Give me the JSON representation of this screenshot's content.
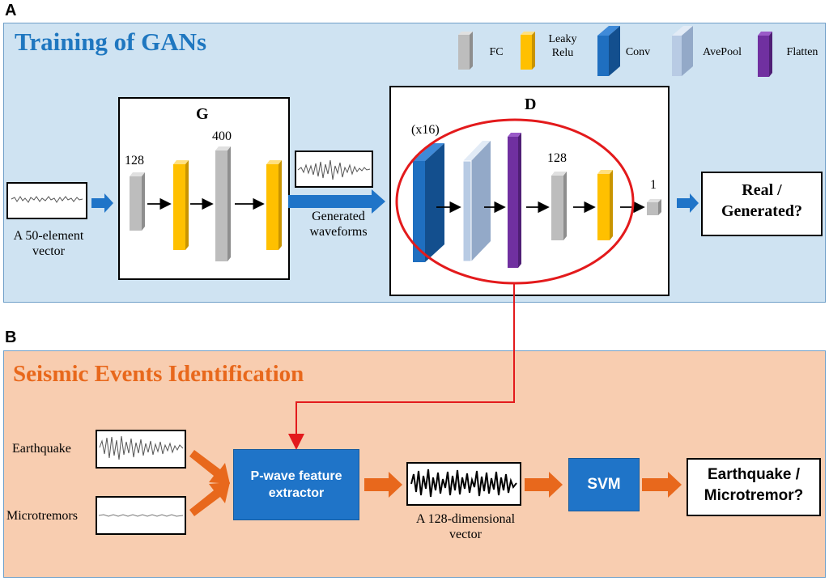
{
  "panel_a": {
    "letter": "A",
    "title": "Training of GANs",
    "legend": [
      {
        "label": "FC",
        "color": "#bdbdbd"
      },
      {
        "label": "Leaky\nRelu",
        "color": "#ffc000"
      },
      {
        "label": "Conv",
        "color": "#1f6fc0"
      },
      {
        "label": "AvePool",
        "color": "#b8cbe4"
      },
      {
        "label": "Flatten",
        "color": "#7030a0"
      }
    ],
    "input_label": "A 50-element vector",
    "generator": {
      "title": "G",
      "size1": "128",
      "size2": "400"
    },
    "generated_label": "Generated waveforms",
    "discriminator": {
      "title": "D",
      "conv_multiplier": "(x16)",
      "size_fc": "128",
      "size_out": "1"
    },
    "output_label": "Real / Generated?"
  },
  "panel_b": {
    "letter": "B",
    "title": "Seismic Events Identification",
    "input1": "Earthquake",
    "input2": "Microtremors",
    "extractor": "P-wave feature extractor",
    "vector_label": "A 128-dimensional vector",
    "classifier": "SVM",
    "output_label": "Earthquake / Microtremor?"
  },
  "colors": {
    "blue_arrow": "#1f74c8",
    "orange_arrow": "#e8681c",
    "red_outline": "#e31a1c"
  }
}
